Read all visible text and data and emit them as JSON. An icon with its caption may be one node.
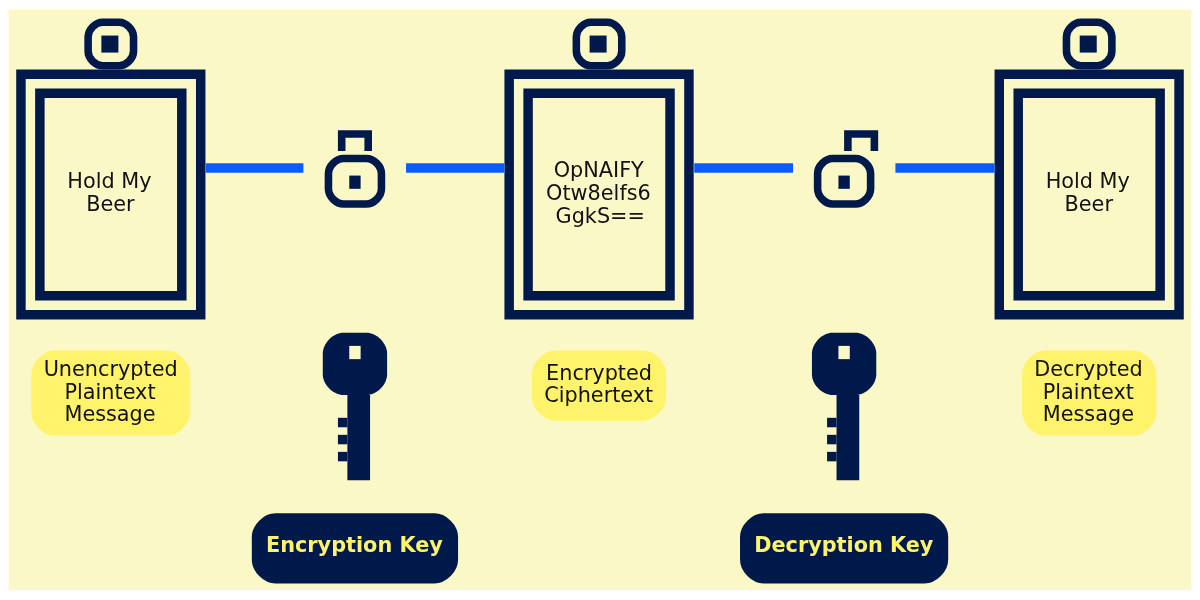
{
  "diagram": {
    "nodes": [
      {
        "text": [
          "Hold My Beer"
        ],
        "beside": [
          "Unencrypted Plaintext Message"
        ]
      },
      {
        "text": [],
        "shape": "picture"
      },
      {
        "text": [
          "OpNAIFY Otw8elfs6 GgkS=="
        ],
        "beside": [
          "Encrypted Ciphertext"
        ]
      },
      {
        "text": [],
        "shape": "picture"
      },
      {
        "text": [
          "Hold My Beer"
        ],
        "beside": [
          "Decrypted Plaintext Message"
        ]
      },
      {
        "text": [],
        "shape": "picture"
      },
      {
        "text": [],
        "shape": "picture"
      },
      {
        "text": [
          "Encryption Key"
        ]
      },
      {
        "text": [
          "Decryption Key"
        ]
      }
    ],
    "edges": [
      {
        "from": 0,
        "to": 1,
        "arrow": "none"
      },
      {
        "from": 1,
        "to": 2,
        "arrow": "none"
      },
      {
        "from": 2,
        "to": 3,
        "arrow": "none"
      },
      {
        "from": 3,
        "to": 4,
        "arrow": "none"
      }
    ]
  }
}
